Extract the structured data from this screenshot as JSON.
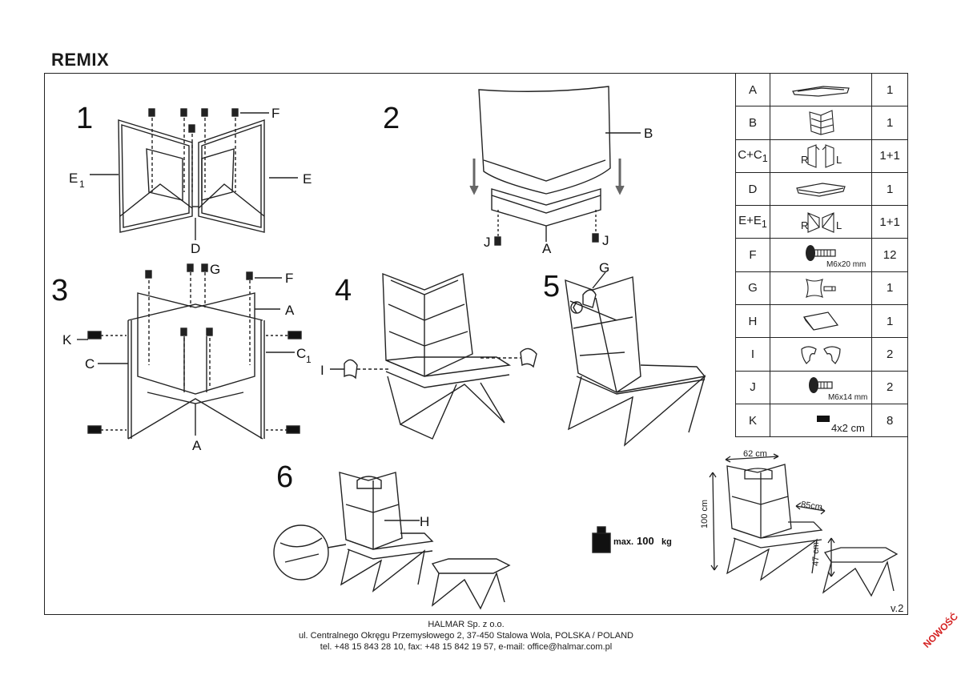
{
  "title": "REMIX",
  "steps": [
    "1",
    "2",
    "3",
    "4",
    "5",
    "6"
  ],
  "step1": {
    "f": "F",
    "e1": "E",
    "e1sub": "1",
    "e": "E",
    "d": "D"
  },
  "step2": {
    "b": "B",
    "j_left": "J",
    "j_right": "J",
    "a": "A"
  },
  "step3": {
    "g": "G",
    "f": "F",
    "a_top": "A",
    "k": "K",
    "c": "C",
    "c1": "C",
    "c1sub": "1",
    "a_bottom": "A"
  },
  "step4": {
    "i": "I"
  },
  "step5": {
    "g": "G"
  },
  "step6": {
    "h": "H"
  },
  "load": {
    "max_label": "max.",
    "value": "100",
    "unit": "kg"
  },
  "dimensions": {
    "width": "62 cm",
    "depth": "85cm",
    "height": "100 cm",
    "seat_height": "47 cm"
  },
  "parts": [
    {
      "id": "A",
      "id_sub": "",
      "qty": "1",
      "icon": "seat-frame-icon",
      "spec": ""
    },
    {
      "id": "B",
      "id_sub": "",
      "qty": "1",
      "icon": "backrest-icon",
      "spec": ""
    },
    {
      "id": "C+C",
      "id_sub": "1",
      "qty": "1+1",
      "icon": "side-frames-icon",
      "spec": "",
      "left": "R",
      "right": "L"
    },
    {
      "id": "D",
      "id_sub": "",
      "qty": "1",
      "icon": "seat-cushion-icon",
      "spec": ""
    },
    {
      "id": "E+E",
      "id_sub": "1",
      "qty": "1+1",
      "icon": "leg-frames-icon",
      "spec": "",
      "left": "R",
      "right": "L"
    },
    {
      "id": "F",
      "id_sub": "",
      "qty": "12",
      "icon": "bolt-icon",
      "spec": "M6x20 mm"
    },
    {
      "id": "G",
      "id_sub": "",
      "qty": "1",
      "icon": "headrest-pillow-icon",
      "spec": ""
    },
    {
      "id": "H",
      "id_sub": "",
      "qty": "1",
      "icon": "ottoman-cushion-icon",
      "spec": ""
    },
    {
      "id": "I",
      "id_sub": "",
      "qty": "2",
      "icon": "connector-clip-icon",
      "spec": ""
    },
    {
      "id": "J",
      "id_sub": "",
      "qty": "2",
      "icon": "bolt-icon",
      "spec": "M6x14 mm"
    },
    {
      "id": "K",
      "id_sub": "",
      "qty": "8",
      "icon": "foot-pad-icon",
      "spec": "4x2 cm"
    }
  ],
  "version": "v.2",
  "company": {
    "name": "HALMAR Sp. z o.o.",
    "address": "ul. Centralnego Okręgu Przemysłowego 2, 37-450 Stalowa Wola, POLSKA / POLAND",
    "contact": "tel. +48 15 843 28 10, fax: +48 15 842 19 57, e-mail: office@halmar.com.pl"
  },
  "stamp": "NOWOŚĆ"
}
